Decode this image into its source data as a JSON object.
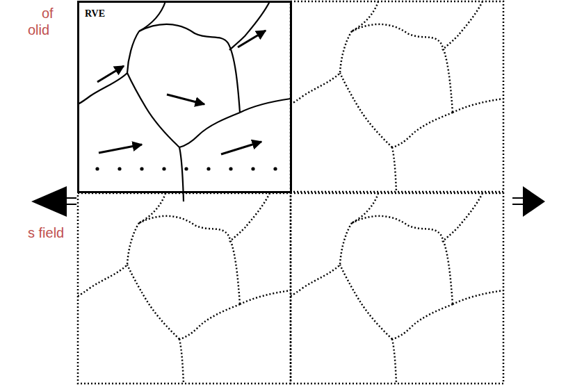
{
  "diagram": {
    "nodes": [
      {
        "text": [
          "RVE"
        ]
      }
    ],
    "labels": [
      "of",
      "olid",
      "s field"
    ]
  }
}
